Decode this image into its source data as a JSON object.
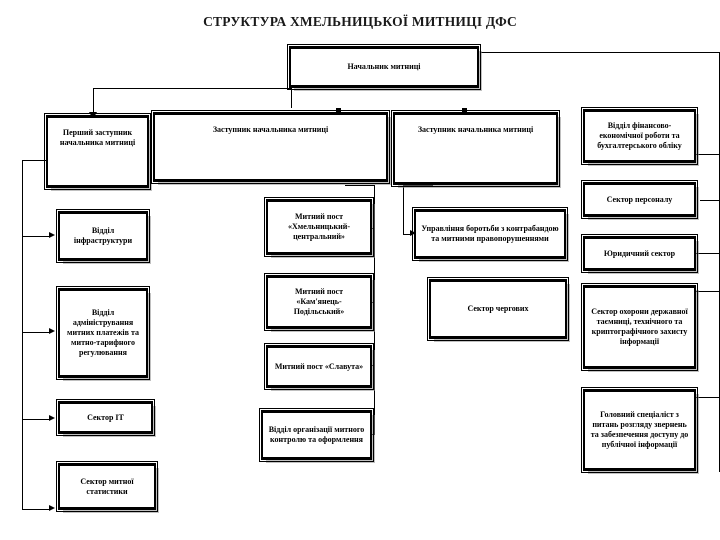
{
  "title": "СТРУКТУРА ХМЕЛЬНИЦЬКОЇ МИТНИЦІ ДФС",
  "chart_data": {
    "type": "diagram",
    "diagram_kind": "organizational-chart",
    "title": "СТРУКТУРА ХМЕЛЬНИЦЬКОЇ МИТНИЦІ ДФС",
    "root": "head-of-customs",
    "nodes": [
      {
        "id": "head-of-customs",
        "label": "Начальник митниці",
        "level": 0,
        "column": "center"
      },
      {
        "id": "first-deputy",
        "label": "Перший заступник начальника митниці",
        "level": 1,
        "column": "left"
      },
      {
        "id": "deputy-1",
        "label": "Заступник начальника митниці",
        "level": 1,
        "column": "mid-left"
      },
      {
        "id": "deputy-2",
        "label": "Заступник начальника митниці",
        "level": 1,
        "column": "mid-right"
      },
      {
        "id": "infrastructure-dept",
        "label": "Відділ інфраструктури",
        "level": 2,
        "column": "left",
        "parent": "first-deputy"
      },
      {
        "id": "customs-payments-dept",
        "label": "Відділ адміністрування митних платежів та митно-тарифного регулювання",
        "level": 2,
        "column": "left",
        "parent": "first-deputy"
      },
      {
        "id": "it-sector",
        "label": "Сектор ІТ",
        "level": 2,
        "column": "left",
        "parent": "first-deputy"
      },
      {
        "id": "customs-statistics-sector",
        "label": "Сектор митної статистики",
        "level": 2,
        "column": "left",
        "parent": "first-deputy"
      },
      {
        "id": "post-khmelnytskyi",
        "label": "Митний пост «Хмельницький-центральний»",
        "level": 2,
        "column": "mid-left",
        "parent": "deputy-1"
      },
      {
        "id": "post-kamianets",
        "label": "Митний пост «Кам'янець-Подільський»",
        "level": 2,
        "column": "mid-left",
        "parent": "deputy-1"
      },
      {
        "id": "post-slavuta",
        "label": "Митний пост «Славута»",
        "level": 2,
        "column": "mid-left",
        "parent": "deputy-1"
      },
      {
        "id": "customs-control-dept",
        "label": "Відділ організації митного контролю та оформлення",
        "level": 2,
        "column": "mid-left",
        "parent": "deputy-1"
      },
      {
        "id": "anti-smuggling-dept",
        "label": "Управління боротьби з контрабандою та митними правопорушеннями",
        "level": 2,
        "column": "mid-right",
        "parent": "deputy-2"
      },
      {
        "id": "duty-sector",
        "label": "Сектор чергових",
        "level": 2,
        "column": "mid-right",
        "parent": "deputy-2"
      },
      {
        "id": "finance-accounting-dept",
        "label": "Відділ фінансово-економічної роботи та бухгалтерського обліку",
        "level": 1,
        "column": "right",
        "parent": "head-of-customs"
      },
      {
        "id": "personnel-sector",
        "label": "Сектор персоналу",
        "level": 1,
        "column": "right",
        "parent": "head-of-customs"
      },
      {
        "id": "legal-sector",
        "label": "Юридичний сектор",
        "level": 1,
        "column": "right",
        "parent": "head-of-customs"
      },
      {
        "id": "state-secret-protection-sector",
        "label": "Сектор охорони державної таємниці, технічного та криптографічного захисту інформації",
        "level": 1,
        "column": "right",
        "parent": "head-of-customs"
      },
      {
        "id": "public-info-specialist",
        "label": "Головний спеціаліст з питань розгляду звернень та забезпечення доступу до публічної інформації",
        "level": 1,
        "column": "right",
        "parent": "head-of-customs"
      }
    ],
    "edges": [
      {
        "from": "head-of-customs",
        "to": "first-deputy"
      },
      {
        "from": "head-of-customs",
        "to": "deputy-1"
      },
      {
        "from": "head-of-customs",
        "to": "deputy-2"
      },
      {
        "from": "head-of-customs",
        "to": "finance-accounting-dept"
      },
      {
        "from": "head-of-customs",
        "to": "personnel-sector"
      },
      {
        "from": "head-of-customs",
        "to": "legal-sector"
      },
      {
        "from": "head-of-customs",
        "to": "state-secret-protection-sector"
      },
      {
        "from": "head-of-customs",
        "to": "public-info-specialist"
      },
      {
        "from": "first-deputy",
        "to": "infrastructure-dept"
      },
      {
        "from": "first-deputy",
        "to": "customs-payments-dept"
      },
      {
        "from": "first-deputy",
        "to": "it-sector"
      },
      {
        "from": "first-deputy",
        "to": "customs-statistics-sector"
      },
      {
        "from": "deputy-1",
        "to": "post-khmelnytskyi"
      },
      {
        "from": "deputy-1",
        "to": "post-kamianets"
      },
      {
        "from": "deputy-1",
        "to": "post-slavuta"
      },
      {
        "from": "deputy-1",
        "to": "customs-control-dept"
      },
      {
        "from": "deputy-2",
        "to": "anti-smuggling-dept"
      },
      {
        "from": "deputy-2",
        "to": "duty-sector"
      }
    ],
    "colors": {
      "box_fill": "#ffffff",
      "box_border": "#000000",
      "text": "#000000",
      "shadow": "#8c8c8c",
      "background": "#ffffff"
    }
  }
}
